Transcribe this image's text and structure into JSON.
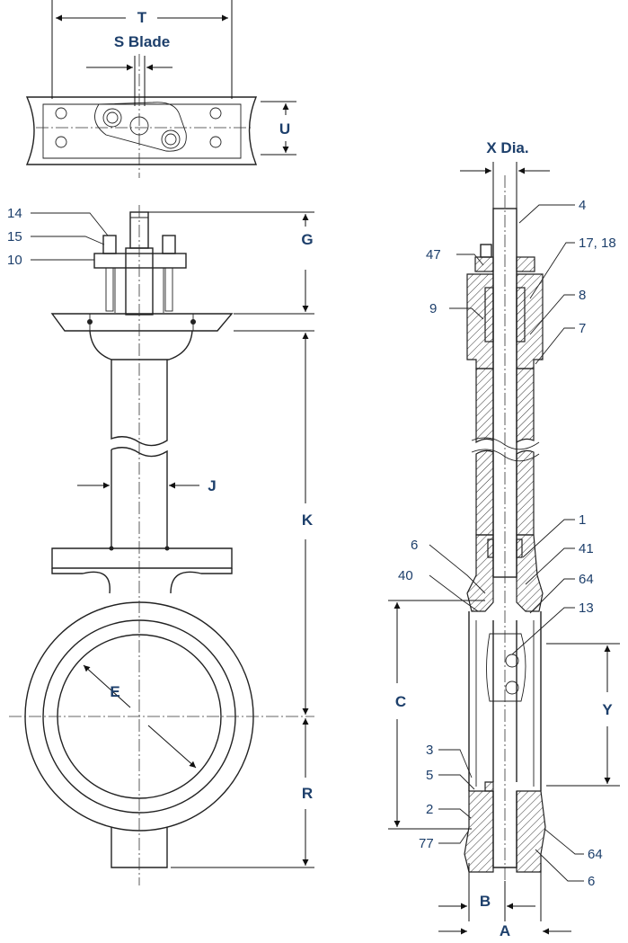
{
  "dimension_labels": {
    "T": "T",
    "S": "S Blade",
    "U": "U",
    "X": "X Dia.",
    "G": "G",
    "J": "J",
    "K": "K",
    "E": "E",
    "R": "R",
    "C": "C",
    "Y": "Y",
    "B": "B",
    "A": "A"
  },
  "part_numbers": {
    "p14": "14",
    "p15": "15",
    "p10": "10",
    "p4": "4",
    "p47": "47",
    "p1718": "17, 18",
    "p9": "9",
    "p8": "8",
    "p7": "7",
    "p1": "1",
    "p6a": "6",
    "p41": "41",
    "p40": "40",
    "p64a": "64",
    "p13": "13",
    "p3": "3",
    "p5": "5",
    "p2": "2",
    "p77": "77",
    "p64b": "64",
    "p6b": "6"
  },
  "colors": {
    "label": "#1d3f6b",
    "line": "#222222"
  }
}
